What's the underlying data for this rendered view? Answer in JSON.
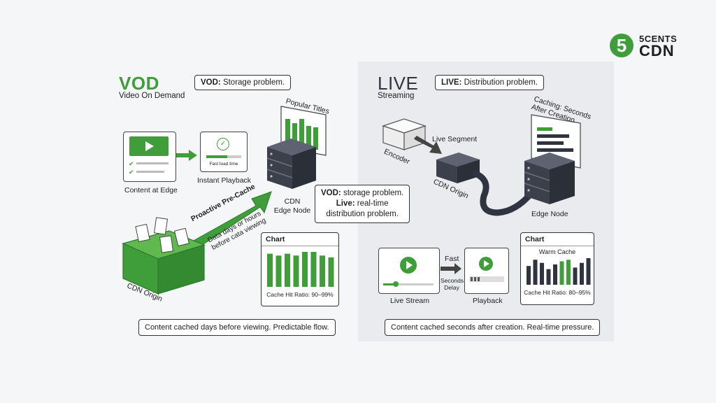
{
  "logo": {
    "number": "5",
    "top": "5CENTS",
    "bottom": "CDN"
  },
  "vod": {
    "title": "VOD",
    "subtitle": "Video On Demand",
    "callout_bold": "VOD:",
    "callout_text": " Storage problem.",
    "content_at_edge": "Content at Edge",
    "instant_playback": "Instant Playback",
    "fast_load": "Fast load time",
    "popular_titles": "Popular Titles",
    "edge_node": "CDN\nEdge Node",
    "proactive": "Proactive Pre-Cache",
    "data_days": "Data days or hours",
    "before_viewing": "before cata viewing",
    "origin": "CDN Origin",
    "chart_title": "Chart",
    "chart_caption": "Cache Hit Ratio: 90–99%",
    "chart_values": [
      9,
      8.5,
      9,
      8.5,
      9.5,
      9.5,
      8.5,
      8
    ],
    "bottom": "Content cached days before viewing. Predictable flow."
  },
  "middle": {
    "vod_bold": "VOD:",
    "vod_text": " storage problem.",
    "live_bold": "Live:",
    "live_text": " real-time",
    "line3": "distribution problem."
  },
  "live": {
    "title": "LIVE",
    "subtitle": "Streaming",
    "callout_bold": "LIVE:",
    "callout_text": " Distribution problem.",
    "encoder": "Encoder",
    "live_segment": "Live Segment",
    "cdn_origin": "CDN Origin",
    "caching": "Caching: Seconds\nAfter Creation",
    "edge_node": "Edge Node",
    "live_stream": "Live Stream",
    "fast": "Fast",
    "seconds_delay": "Seconds\nDelay",
    "playback": "Playback",
    "chart_title": "Chart",
    "chart_subtitle": "Warm Cache",
    "chart_caption": "Cache Hit Ratio: 80–95%",
    "chart_values": [
      6,
      8,
      7,
      5,
      6.5,
      7.5,
      8,
      5.5,
      7,
      8.5
    ],
    "bottom": "Content cached seconds after creation. Real-time pressure."
  },
  "colors": {
    "green": "#3f9e3a",
    "dark": "#2f3440",
    "panel": "#e9ebee"
  }
}
